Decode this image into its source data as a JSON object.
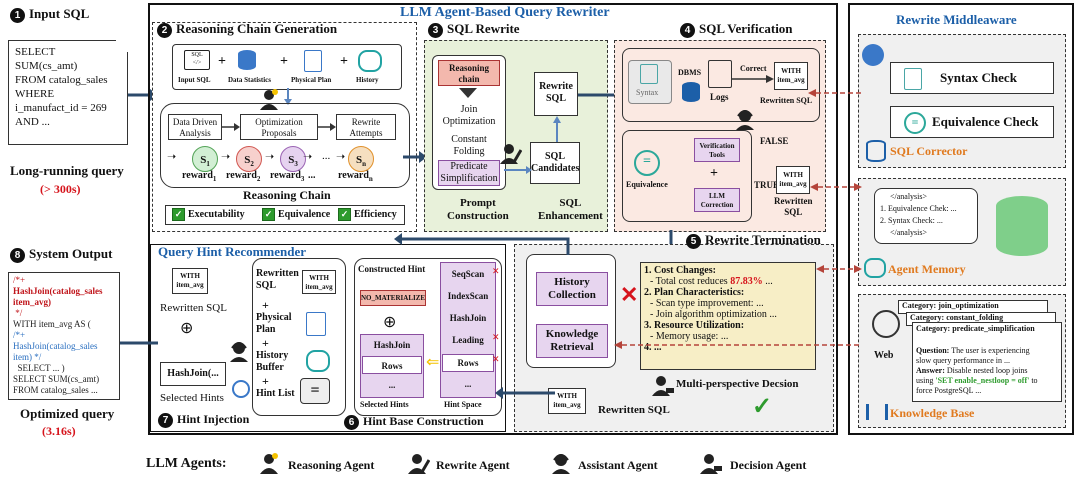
{
  "s1": {
    "num": "1",
    "title": "Input SQL",
    "sql": [
      "SELECT",
      "SUM(cs_amt)",
      "FROM catalog_sales",
      "WHERE",
      "i_manufact_id = 269",
      "AND ..."
    ],
    "caption": "Long-running query",
    "duration": "(> 300s)"
  },
  "main_title": "LLM Agent-Based Query Rewriter",
  "s2": {
    "num": "2",
    "title": "Reasoning Chain Generation",
    "inputs": [
      "Input SQL",
      "Data Statistics",
      "Physical Plan",
      "History"
    ],
    "steps": [
      "Data Driven Analysis",
      "Optimization Proposals",
      "Rewrite Attempts"
    ],
    "states": [
      "S",
      "S",
      "S",
      "...",
      "S"
    ],
    "state_subs": [
      "1",
      "2",
      "3",
      "",
      "n"
    ],
    "rewards": [
      "reward",
      "reward",
      "reward",
      "...",
      "reward"
    ],
    "reward_subs": [
      "1",
      "2",
      "3",
      "",
      "n"
    ],
    "chain_label": "Reasoning Chain",
    "criteria": [
      "Executability",
      "Equivalence",
      "Efficiency"
    ]
  },
  "s3": {
    "num": "3",
    "title": "SQL Rewrite",
    "prompt_items": [
      "Reasoning chain",
      "Join Optimization",
      "Constant Folding",
      "Predicate Simplification"
    ],
    "prompt_label": [
      "Prompt",
      "Construction"
    ],
    "rewrite_sql": [
      "Rewrite",
      "SQL"
    ],
    "candidates": [
      "SQL",
      "Candidates"
    ],
    "enh_label": [
      "SQL",
      "Enhancement"
    ]
  },
  "s4": {
    "num": "4",
    "title": "SQL Verification",
    "syntax": "Syntax",
    "dbms": "DBMS",
    "logs": "Logs",
    "correct": "Correct",
    "with_label": [
      "WITH",
      "item_avg"
    ],
    "rewrite_sql_label": "Rewritten SQL",
    "equivalence": "Equivalence",
    "verification_tools": [
      "Verification",
      "Tools"
    ],
    "llm_correction": [
      "LLM",
      "Correction"
    ],
    "false_label": "FALSE",
    "true_label": "TRUE",
    "rewritten_sql": [
      "Rewritten",
      "SQL"
    ]
  },
  "s5": {
    "num": "5",
    "title": "Rewrite Termination",
    "history": [
      "History",
      "Collection"
    ],
    "knowledge": [
      "Knowledge",
      "Retrieval"
    ],
    "analysis": [
      {
        "head": "1. Cost Changes:",
        "lines": [
          "- Total cost reduces ",
          "87.83%",
          " ..."
        ]
      },
      {
        "head": "2. Plan Characteristics:",
        "lines": [
          "- Scan type improvement: ...",
          "- Join algorithm optimization ..."
        ]
      },
      {
        "head": "3. Resource Utilization:",
        "lines": [
          "- Memory usage: ..."
        ]
      },
      {
        "head": "4. ...",
        "lines": []
      }
    ],
    "decision": "Multi-perspective Decsion",
    "rewritten": "Rewritten SQL"
  },
  "s6": {
    "num": "6",
    "title": "Hint Base Construction",
    "constructed": "Constructed Hint",
    "no_mat": "NO_MATERIALIZE",
    "plus": "⊕",
    "left_rows": [
      "HashJoin",
      "Rows",
      "..."
    ],
    "selected_hints": "Selected Hints",
    "hint_space": [
      "SeqScan",
      "IndexScan",
      "HashJoin",
      "Leading",
      "Rows",
      "..."
    ],
    "hint_space_label": "Hint Space"
  },
  "s7": {
    "num": "7",
    "title": "Hint Injection",
    "recommender": "Query Hint Recommender",
    "rewritten_sql": "Rewritten SQL",
    "stack": [
      "Rewritten SQL",
      "Physical Plan",
      "History Buffer",
      "Hint List"
    ],
    "hashjoin": "HashJoin(...",
    "selected": "Selected Hints"
  },
  "s8": {
    "num": "8",
    "title": "System Output",
    "lines": [
      {
        "t": "/*+",
        "c": "#c0141a"
      },
      {
        "t": "HashJoin(catalog_sales",
        "c": "#c0141a",
        "b": true
      },
      {
        "t": "item_avg)",
        "c": "#c0141a",
        "b": true
      },
      {
        "t": " */",
        "c": "#c0141a"
      },
      {
        "t": "WITH item_avg AS (",
        "c": "#222"
      },
      {
        "t": "/*+",
        "c": "#2a6fc0"
      },
      {
        "t": "HashJoin(catalog_sales",
        "c": "#2a6fc0"
      },
      {
        "t": "item) */",
        "c": "#2a6fc0"
      },
      {
        "t": "  SELECT ... )",
        "c": "#222"
      },
      {
        "t": "SELECT SUM(cs_amt)",
        "c": "#222"
      },
      {
        "t": "FROM catalog_sales ...",
        "c": "#222"
      }
    ],
    "caption": "Optimized query",
    "duration": "(3.16s)"
  },
  "mw": {
    "title": "Rewrite Middleaware",
    "syntax_check": "Syntax Check",
    "equiv_check": "Equivalence Check",
    "corrector": "SQL Corrector",
    "memory_lines": [
      "</analysis>",
      "1. Equivalence Chek: ...",
      "2. Syntax Check: ...",
      "</analysis>"
    ],
    "memory_label": "Agent Memory",
    "kb_cats": [
      "Category: join_optimization",
      "Category: constant_folding",
      "Category: predicate_simplification"
    ],
    "kb_question": [
      "Question:",
      " The user is experiencing",
      "slow query performance in ..."
    ],
    "kb_answer": [
      "Answer:",
      " Disable nested loop joins",
      "using ",
      "'SET enable_nestloop = off'",
      " to",
      "force PostgreSQL ..."
    ],
    "web": "Web",
    "kb_label": "Knowledge Base"
  },
  "legend": {
    "title": "LLM Agents:",
    "agents": [
      "Reasoning Agent",
      "Rewrite Agent",
      "Assistant Agent",
      "Decision Agent"
    ]
  },
  "colors": {
    "orange": "#e07a1f",
    "red": "#d6141c",
    "blue": "#1c5fa8",
    "green_bg": "#e8f1da",
    "pink_bg": "#fbe9e2",
    "gray_bg": "#f0f0f0"
  }
}
